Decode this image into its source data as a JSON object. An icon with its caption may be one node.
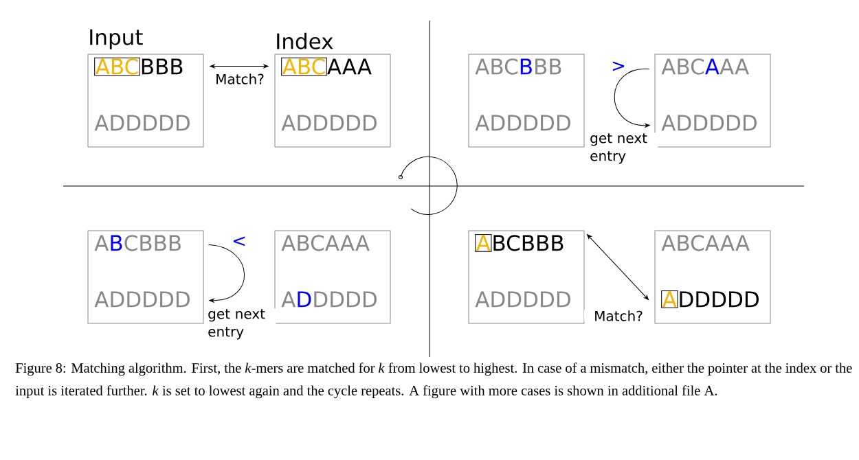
{
  "diagram": {
    "caption": "Figure 8: Matching algorithm. First, the *k*-mers are matched for *k* from lowest to highest. In case of a mismatch, either the pointer at the index or the input is iterated further. *k* is set to lowest again and the cycle repeats. A figure with more cases is shown in additional file A.",
    "nodes": [
      {
        "text": [
          "Input",
          "ABC",
          "BBB",
          "ADDDDD"
        ]
      },
      {
        "text": [
          "Index",
          "ABC",
          "AAA",
          "ADDDDD"
        ]
      },
      {
        "text": [
          "ABC",
          "B",
          "BB",
          "ADDDDD"
        ]
      },
      {
        "text": [
          "ABC",
          "A",
          "AA",
          "ADDDDD"
        ]
      },
      {
        "text": [
          "A",
          "B",
          "CBBB",
          "ADDDDD"
        ]
      },
      {
        "text": [
          "ABCAAA",
          "A",
          "D",
          "DDDD"
        ]
      },
      {
        "text": [
          "A",
          "BCBBB",
          "ADDDDD"
        ]
      },
      {
        "text": [
          "ABCAAA",
          "A",
          "DDDDD"
        ]
      }
    ],
    "edges": [
      {
        "from": 0,
        "to": 1,
        "arrow": "both",
        "label": "Match?"
      },
      {
        "from": 3,
        "to": 3,
        "arrow": "to",
        "label": "get next entry"
      },
      {
        "from": 4,
        "to": 4,
        "arrow": "to",
        "label": "get next entry"
      },
      {
        "from": 6,
        "to": 7,
        "arrow": "both",
        "label": "Match?"
      }
    ],
    "labels": [
      ">",
      "<"
    ]
  }
}
